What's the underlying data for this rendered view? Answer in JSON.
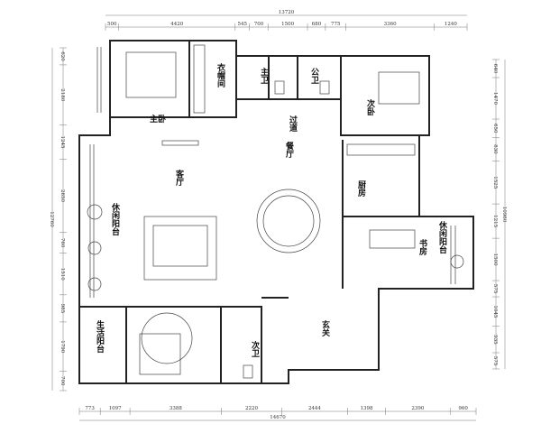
{
  "plan": {
    "rooms": {
      "master_bedroom": "主卧",
      "walk_in_closet": "衣帽间",
      "master_bath": "主卫",
      "public_bath": "公卫",
      "second_bedroom": "次卧",
      "corridor": "过道",
      "kitchen": "厨房",
      "living_room": "客厅",
      "dining_room": "餐厅",
      "leisure_balcony_left": "休闲阳台",
      "leisure_balcony_right": "休闲阳台",
      "study": "书房",
      "utility_balcony": "生活阳台",
      "second_bath": "次卫",
      "entrance": "玄关"
    },
    "dims_top_total": "13720",
    "dims_top": [
      "500",
      "4420",
      "545",
      "700",
      "1500",
      "680",
      "775",
      "3360",
      "1240"
    ],
    "dims_bottom_total": "14670",
    "dims_bottom": [
      "773",
      "1097",
      "3388",
      "2220",
      "2444",
      "1398",
      "2390",
      "960"
    ],
    "dims_left_total": "12760",
    "dims_left": [
      "620",
      "2180",
      "1245",
      "2650",
      "760",
      "1510",
      "985",
      "1790",
      "700"
    ],
    "dims_right_total": "10960",
    "dims_right": [
      "640",
      "1470",
      "650",
      "830",
      "1525",
      "1215",
      "1500",
      "575",
      "1045",
      "935",
      "575"
    ]
  }
}
